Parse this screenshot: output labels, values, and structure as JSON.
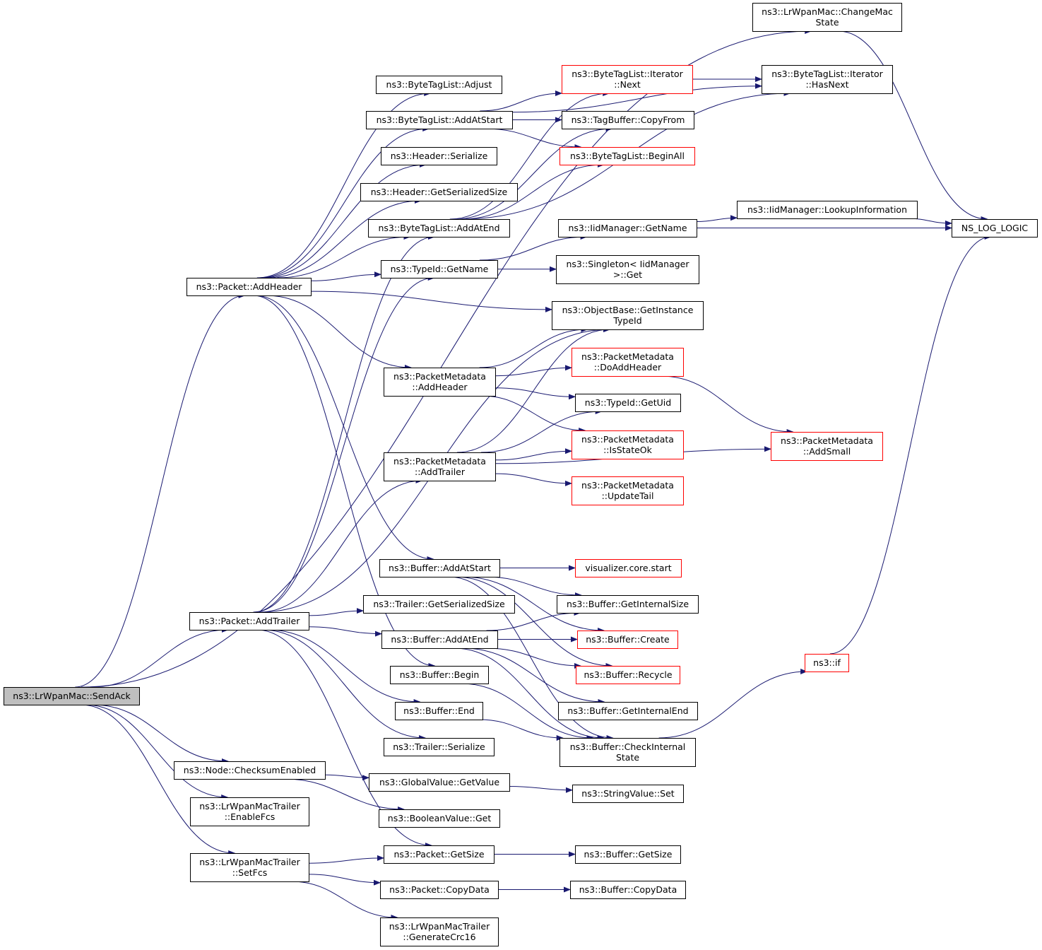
{
  "colors": {
    "edge": "#191970",
    "root_fill": "#bfbfbf",
    "red_border": "#ff0000",
    "black_border": "#000000"
  },
  "nodes": {
    "sendack": {
      "lines": [
        "ns3::LrWpanMac::SendAck"
      ],
      "style": "root"
    },
    "changemacstate": {
      "lines": [
        "ns3::LrWpanMac::ChangeMac",
        "State"
      ],
      "style": "black"
    },
    "ns_log_logic": {
      "lines": [
        "NS_LOG_LOGIC"
      ],
      "style": "black"
    },
    "packet_addheader": {
      "lines": [
        "ns3::Packet::AddHeader"
      ],
      "style": "black"
    },
    "packet_addtrailer": {
      "lines": [
        "ns3::Packet::AddTrailer"
      ],
      "style": "black"
    },
    "node_checksumenabled": {
      "lines": [
        "ns3::Node::ChecksumEnabled"
      ],
      "style": "black"
    },
    "lrwpanmactrailer_enablefcs": {
      "lines": [
        "ns3::LrWpanMacTrailer",
        "::EnableFcs"
      ],
      "style": "black"
    },
    "lrwpanmactrailer_setfcs": {
      "lines": [
        "ns3::LrWpanMacTrailer",
        "::SetFcs"
      ],
      "style": "black"
    },
    "bytetaglist_adjust": {
      "lines": [
        "ns3::ByteTagList::Adjust"
      ],
      "style": "black"
    },
    "bytetaglist_addatstart": {
      "lines": [
        "ns3::ByteTagList::AddAtStart"
      ],
      "style": "black"
    },
    "header_serialize": {
      "lines": [
        "ns3::Header::Serialize"
      ],
      "style": "black"
    },
    "header_getserializedsize": {
      "lines": [
        "ns3::Header::GetSerializedSize"
      ],
      "style": "black"
    },
    "bytetaglist_addatend": {
      "lines": [
        "ns3::ByteTagList::AddAtEnd"
      ],
      "style": "black"
    },
    "typeid_getname": {
      "lines": [
        "ns3::TypeId::GetName"
      ],
      "style": "black"
    },
    "packetmetadata_addheader": {
      "lines": [
        "ns3::PacketMetadata",
        "::AddHeader"
      ],
      "style": "black"
    },
    "packetmetadata_addtrailer": {
      "lines": [
        "ns3::PacketMetadata",
        "::AddTrailer"
      ],
      "style": "black"
    },
    "buffer_addatstart": {
      "lines": [
        "ns3::Buffer::AddAtStart"
      ],
      "style": "black"
    },
    "trailer_getserializedsize": {
      "lines": [
        "ns3::Trailer::GetSerializedSize"
      ],
      "style": "black"
    },
    "buffer_addatend": {
      "lines": [
        "ns3::Buffer::AddAtEnd"
      ],
      "style": "black"
    },
    "buffer_begin": {
      "lines": [
        "ns3::Buffer::Begin"
      ],
      "style": "black"
    },
    "buffer_end": {
      "lines": [
        "ns3::Buffer::End"
      ],
      "style": "black"
    },
    "trailer_serialize": {
      "lines": [
        "ns3::Trailer::Serialize"
      ],
      "style": "black"
    },
    "globalvalue_getvalue": {
      "lines": [
        "ns3::GlobalValue::GetValue"
      ],
      "style": "black"
    },
    "booleanvalue_get": {
      "lines": [
        "ns3::BooleanValue::Get"
      ],
      "style": "black"
    },
    "packet_getsize": {
      "lines": [
        "ns3::Packet::GetSize"
      ],
      "style": "black"
    },
    "packet_copydata": {
      "lines": [
        "ns3::Packet::CopyData"
      ],
      "style": "black"
    },
    "lrwpanmactrailer_generatecrc16": {
      "lines": [
        "ns3::LrWpanMacTrailer",
        "::GenerateCrc16"
      ],
      "style": "black"
    },
    "bytetaglist_iterator_next": {
      "lines": [
        "ns3::ByteTagList::Iterator",
        "::Next"
      ],
      "style": "red"
    },
    "bytetaglist_iterator_hasnext": {
      "lines": [
        "ns3::ByteTagList::Iterator",
        "::HasNext"
      ],
      "style": "black"
    },
    "tagbuffer_copyfrom": {
      "lines": [
        "ns3::TagBuffer::CopyFrom"
      ],
      "style": "black"
    },
    "bytetaglist_beginall": {
      "lines": [
        "ns3::ByteTagList::BeginAll"
      ],
      "style": "red"
    },
    "iidmanager_lookupinformation": {
      "lines": [
        "ns3::IidManager::LookupInformation"
      ],
      "style": "black"
    },
    "iidmanager_getname": {
      "lines": [
        "ns3::IidManager::GetName"
      ],
      "style": "black"
    },
    "singleton_get": {
      "lines": [
        "ns3::Singleton< IidManager",
        ">::Get"
      ],
      "style": "black"
    },
    "objectbase_getinstancetypeid": {
      "lines": [
        "ns3::ObjectBase::GetInstance",
        "TypeId"
      ],
      "style": "black"
    },
    "packetmetadata_doaddheader": {
      "lines": [
        "ns3::PacketMetadata",
        "::DoAddHeader"
      ],
      "style": "red"
    },
    "typeid_getuid": {
      "lines": [
        "ns3::TypeId::GetUid"
      ],
      "style": "black"
    },
    "packetmetadata_isstateok": {
      "lines": [
        "ns3::PacketMetadata",
        "::IsStateOk"
      ],
      "style": "red"
    },
    "packetmetadata_updatetail": {
      "lines": [
        "ns3::PacketMetadata",
        "::UpdateTail"
      ],
      "style": "red"
    },
    "packetmetadata_addsmall": {
      "lines": [
        "ns3::PacketMetadata",
        "::AddSmall"
      ],
      "style": "red"
    },
    "visualizer_core_start": {
      "lines": [
        "visualizer.core.start"
      ],
      "style": "red"
    },
    "buffer_getinternalsize": {
      "lines": [
        "ns3::Buffer::GetInternalSize"
      ],
      "style": "black"
    },
    "buffer_create": {
      "lines": [
        "ns3::Buffer::Create"
      ],
      "style": "red"
    },
    "buffer_recycle": {
      "lines": [
        "ns3::Buffer::Recycle"
      ],
      "style": "red"
    },
    "buffer_getinternalend": {
      "lines": [
        "ns3::Buffer::GetInternalEnd"
      ],
      "style": "black"
    },
    "buffer_checkinternalstate": {
      "lines": [
        "ns3::Buffer::CheckInternal",
        "State"
      ],
      "style": "black"
    },
    "ns3_if": {
      "lines": [
        "ns3::if"
      ],
      "style": "red"
    },
    "stringvalue_set": {
      "lines": [
        "ns3::StringValue::Set"
      ],
      "style": "black"
    },
    "buffer_getsize": {
      "lines": [
        "ns3::Buffer::GetSize"
      ],
      "style": "black"
    },
    "buffer_copydata": {
      "lines": [
        "ns3::Buffer::CopyData"
      ],
      "style": "black"
    }
  },
  "edges": [
    [
      "sendack",
      "changemacstate"
    ],
    [
      "sendack",
      "packet_addheader"
    ],
    [
      "sendack",
      "packet_addtrailer"
    ],
    [
      "sendack",
      "node_checksumenabled"
    ],
    [
      "sendack",
      "lrwpanmactrailer_enablefcs"
    ],
    [
      "sendack",
      "lrwpanmactrailer_setfcs"
    ],
    [
      "changemacstate",
      "ns_log_logic"
    ],
    [
      "packet_addheader",
      "bytetaglist_adjust"
    ],
    [
      "packet_addheader",
      "bytetaglist_addatstart"
    ],
    [
      "packet_addheader",
      "header_serialize"
    ],
    [
      "packet_addheader",
      "header_getserializedsize"
    ],
    [
      "packet_addheader",
      "bytetaglist_addatend"
    ],
    [
      "packet_addheader",
      "typeid_getname"
    ],
    [
      "packet_addheader",
      "objectbase_getinstancetypeid"
    ],
    [
      "packet_addheader",
      "packetmetadata_addheader"
    ],
    [
      "packet_addheader",
      "buffer_addatstart"
    ],
    [
      "packet_addheader",
      "buffer_begin"
    ],
    [
      "bytetaglist_addatstart",
      "bytetaglist_iterator_next"
    ],
    [
      "bytetaglist_addatstart",
      "bytetaglist_iterator_hasnext"
    ],
    [
      "bytetaglist_addatstart",
      "tagbuffer_copyfrom"
    ],
    [
      "bytetaglist_addatstart",
      "bytetaglist_beginall"
    ],
    [
      "bytetaglist_addatend",
      "bytetaglist_iterator_next"
    ],
    [
      "bytetaglist_addatend",
      "bytetaglist_iterator_hasnext"
    ],
    [
      "bytetaglist_addatend",
      "tagbuffer_copyfrom"
    ],
    [
      "bytetaglist_addatend",
      "bytetaglist_beginall"
    ],
    [
      "bytetaglist_iterator_next",
      "bytetaglist_iterator_hasnext"
    ],
    [
      "typeid_getname",
      "iidmanager_getname"
    ],
    [
      "typeid_getname",
      "singleton_get"
    ],
    [
      "iidmanager_getname",
      "iidmanager_lookupinformation"
    ],
    [
      "iidmanager_getname",
      "ns_log_logic"
    ],
    [
      "iidmanager_lookupinformation",
      "ns_log_logic"
    ],
    [
      "packetmetadata_addheader",
      "objectbase_getinstancetypeid"
    ],
    [
      "packetmetadata_addheader",
      "packetmetadata_doaddheader"
    ],
    [
      "packetmetadata_addheader",
      "typeid_getuid"
    ],
    [
      "packetmetadata_addheader",
      "packetmetadata_isstateok"
    ],
    [
      "packetmetadata_addtrailer",
      "objectbase_getinstancetypeid"
    ],
    [
      "packetmetadata_addtrailer",
      "typeid_getuid"
    ],
    [
      "packetmetadata_addtrailer",
      "packetmetadata_isstateok"
    ],
    [
      "packetmetadata_addtrailer",
      "packetmetadata_updatetail"
    ],
    [
      "packetmetadata_addtrailer",
      "packetmetadata_addsmall"
    ],
    [
      "packetmetadata_doaddheader",
      "packetmetadata_addsmall"
    ],
    [
      "packet_addtrailer",
      "bytetaglist_addatend"
    ],
    [
      "packet_addtrailer",
      "typeid_getname"
    ],
    [
      "packet_addtrailer",
      "objectbase_getinstancetypeid"
    ],
    [
      "packet_addtrailer",
      "packetmetadata_addtrailer"
    ],
    [
      "packet_addtrailer",
      "trailer_getserializedsize"
    ],
    [
      "packet_addtrailer",
      "buffer_addatend"
    ],
    [
      "packet_addtrailer",
      "buffer_end"
    ],
    [
      "packet_addtrailer",
      "trailer_serialize"
    ],
    [
      "packet_addtrailer",
      "packet_getsize"
    ],
    [
      "buffer_addatstart",
      "visualizer_core_start"
    ],
    [
      "buffer_addatstart",
      "buffer_getinternalsize"
    ],
    [
      "buffer_addatstart",
      "buffer_create"
    ],
    [
      "buffer_addatstart",
      "buffer_recycle"
    ],
    [
      "buffer_addatstart",
      "buffer_checkinternalstate"
    ],
    [
      "buffer_addatend",
      "buffer_getinternalsize"
    ],
    [
      "buffer_addatend",
      "buffer_create"
    ],
    [
      "buffer_addatend",
      "buffer_recycle"
    ],
    [
      "buffer_addatend",
      "buffer_getinternalend"
    ],
    [
      "buffer_addatend",
      "buffer_checkinternalstate"
    ],
    [
      "buffer_begin",
      "buffer_checkinternalstate"
    ],
    [
      "buffer_end",
      "buffer_checkinternalstate"
    ],
    [
      "buffer_checkinternalstate",
      "ns3_if"
    ],
    [
      "ns3_if",
      "ns_log_logic"
    ],
    [
      "node_checksumenabled",
      "globalvalue_getvalue"
    ],
    [
      "node_checksumenabled",
      "booleanvalue_get"
    ],
    [
      "globalvalue_getvalue",
      "stringvalue_set"
    ],
    [
      "lrwpanmactrailer_setfcs",
      "packet_getsize"
    ],
    [
      "lrwpanmactrailer_setfcs",
      "packet_copydata"
    ],
    [
      "lrwpanmactrailer_setfcs",
      "lrwpanmactrailer_generatecrc16"
    ],
    [
      "packet_getsize",
      "buffer_getsize"
    ],
    [
      "packet_copydata",
      "buffer_copydata"
    ]
  ]
}
